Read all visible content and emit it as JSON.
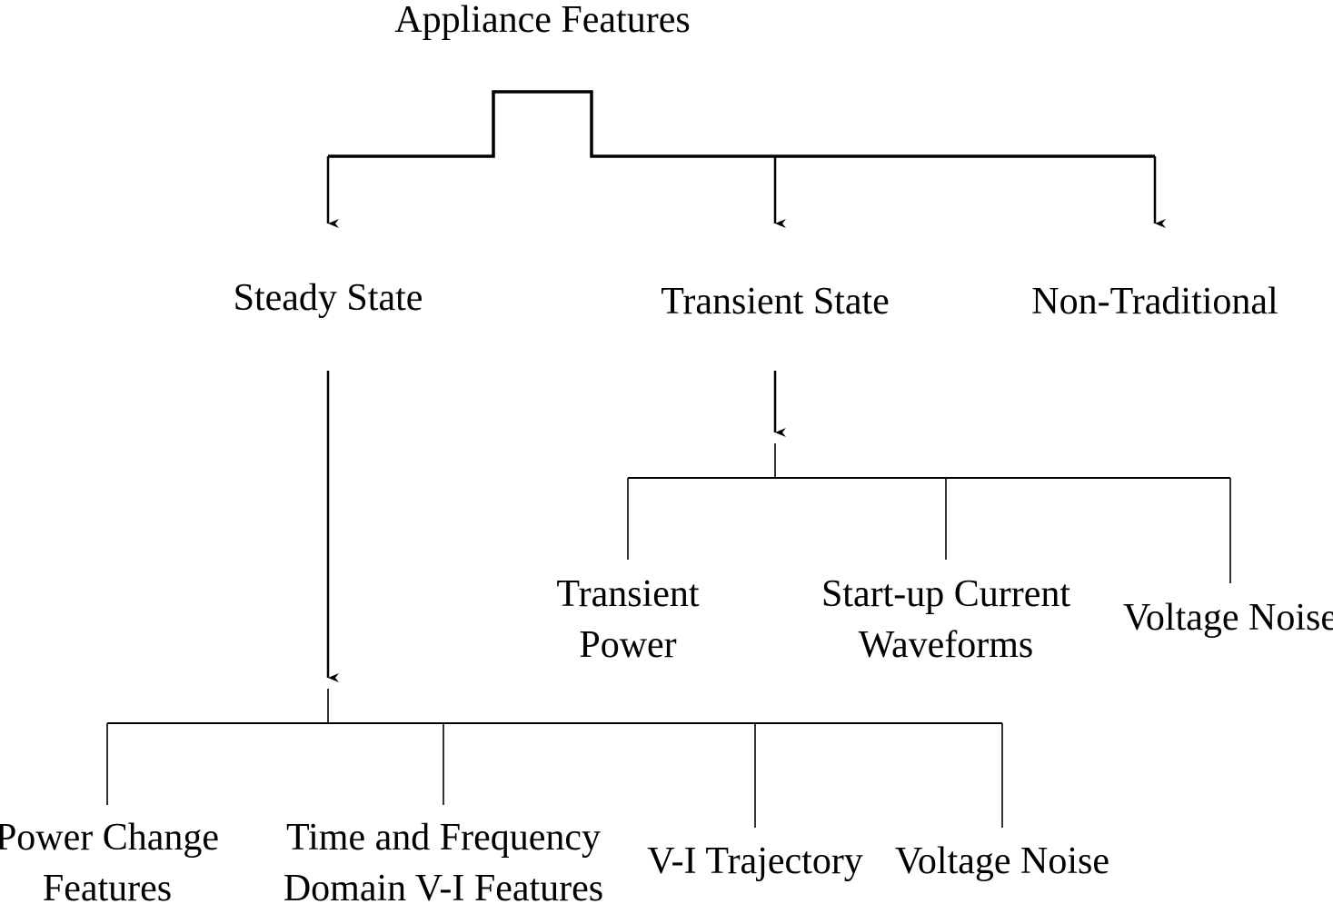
{
  "diagram": {
    "root": {
      "label": "Appliance Features"
    },
    "level1": [
      {
        "label": "Steady State"
      },
      {
        "label": "Transient State"
      },
      {
        "label": "Non-Traditional"
      }
    ],
    "transient_children": [
      {
        "lines": [
          "Transient",
          "Power"
        ]
      },
      {
        "lines": [
          "Start-up Current",
          "Waveforms"
        ]
      },
      {
        "lines": [
          "Voltage Noise"
        ]
      }
    ],
    "steady_children": [
      {
        "lines": [
          "Power Change",
          "Features"
        ]
      },
      {
        "lines": [
          "Time and Frequency",
          "Domain V-I Features"
        ]
      },
      {
        "lines": [
          "V-I Trajectory"
        ]
      },
      {
        "lines": [
          "Voltage Noise"
        ]
      }
    ]
  }
}
